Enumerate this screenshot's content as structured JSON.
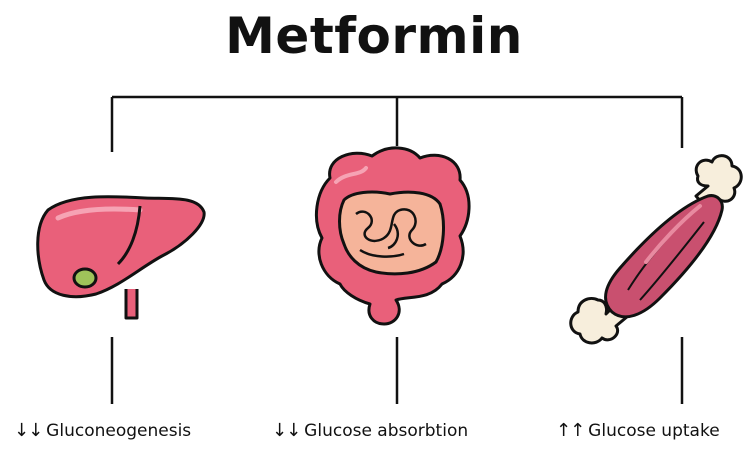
{
  "title": "Metformin",
  "colors": {
    "organ_pink": "#e9607a",
    "organ_light": "#f28fa4",
    "inner_tan": "#f5b49a",
    "outline": "#111111",
    "bone": "#f7eedc",
    "muscle": "#c9506f",
    "gallbladder": "#9fc35a"
  },
  "branches": [
    {
      "organ": "liver-icon",
      "arrows": "↓↓",
      "effect": "Gluconeogenesis"
    },
    {
      "organ": "intestine-icon",
      "arrows": "↓↓",
      "effect": "Glucose absorbtion"
    },
    {
      "organ": "muscle-icon",
      "arrows": "↑↑",
      "effect": "Glucose uptake"
    }
  ]
}
